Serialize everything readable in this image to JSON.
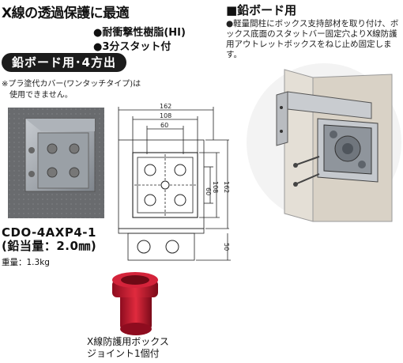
{
  "header": {
    "title": "X線の透過保護に最適",
    "features": [
      "●耐衝撃性樹脂(HI)",
      "●3分スタット付"
    ]
  },
  "badge": "鉛ボード用･4方出",
  "note": [
    "※プラ塗代カバー(ワンタッチタイプ)は",
    "　使用できません。"
  ],
  "right": {
    "title": "■鉛ボード用",
    "description": "●軽量間柱にボックス支持部材を取り付け、ボックス底面のスタットバー固定穴よりX線防護用アウトレットボックスをねじ止め固定します。"
  },
  "product": {
    "model": "CDO-4AXP4-1",
    "lead": "(鉛当量：2.0㎜)",
    "weight": "重量：1.3kg"
  },
  "drawing": {
    "dims": {
      "d162": "162",
      "d108": "108",
      "d60": "60",
      "v60": "60",
      "v108": "108",
      "v162": "162",
      "v50": "50"
    }
  },
  "joint": {
    "line1": "X線防護用ボックス",
    "line2": "ジョイント1個付"
  },
  "colors": {
    "joint_red": "#c8102e",
    "box_metal": "#8e9399",
    "wall": "#d9d2c6",
    "pill": "#1c1c1c"
  }
}
